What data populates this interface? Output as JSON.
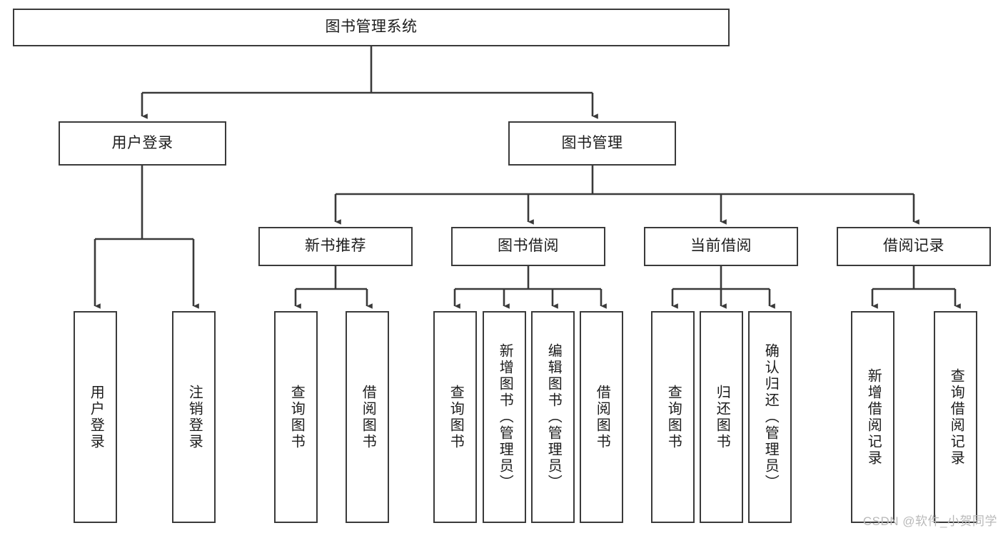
{
  "diagram": {
    "title": "图书管理系统",
    "type": "tree-hierarchy-functional-decomposition",
    "root": {
      "label": "图书管理系统"
    },
    "level2": [
      {
        "label": "用户登录"
      },
      {
        "label": "图书管理"
      }
    ],
    "level3": [
      {
        "label": "新书推荐"
      },
      {
        "label": "图书借阅"
      },
      {
        "label": "当前借阅"
      },
      {
        "label": "借阅记录"
      }
    ],
    "leaves": {
      "user_login": [
        {
          "label": "用户登录"
        },
        {
          "label": "注销登录"
        }
      ],
      "new_book_recommend": [
        {
          "label": "查询图书"
        },
        {
          "label": "借阅图书"
        }
      ],
      "book_borrow": [
        {
          "label": "查询图书"
        },
        {
          "label": "新增图书（管理员）"
        },
        {
          "label": "编辑图书（管理员）"
        },
        {
          "label": "借阅图书"
        }
      ],
      "current_borrow": [
        {
          "label": "查询图书"
        },
        {
          "label": "归还图书"
        },
        {
          "label": "确认归还（管理员）"
        }
      ],
      "borrow_record": [
        {
          "label": "新增借阅记录"
        },
        {
          "label": "查询借阅记录"
        }
      ]
    },
    "watermark": "CSDN @软件_小贺同学",
    "colors": {
      "stroke": "#3a3a3a",
      "fill": "#ffffff",
      "text": "#1c1c1c",
      "watermark": "#b9b9b9"
    }
  }
}
